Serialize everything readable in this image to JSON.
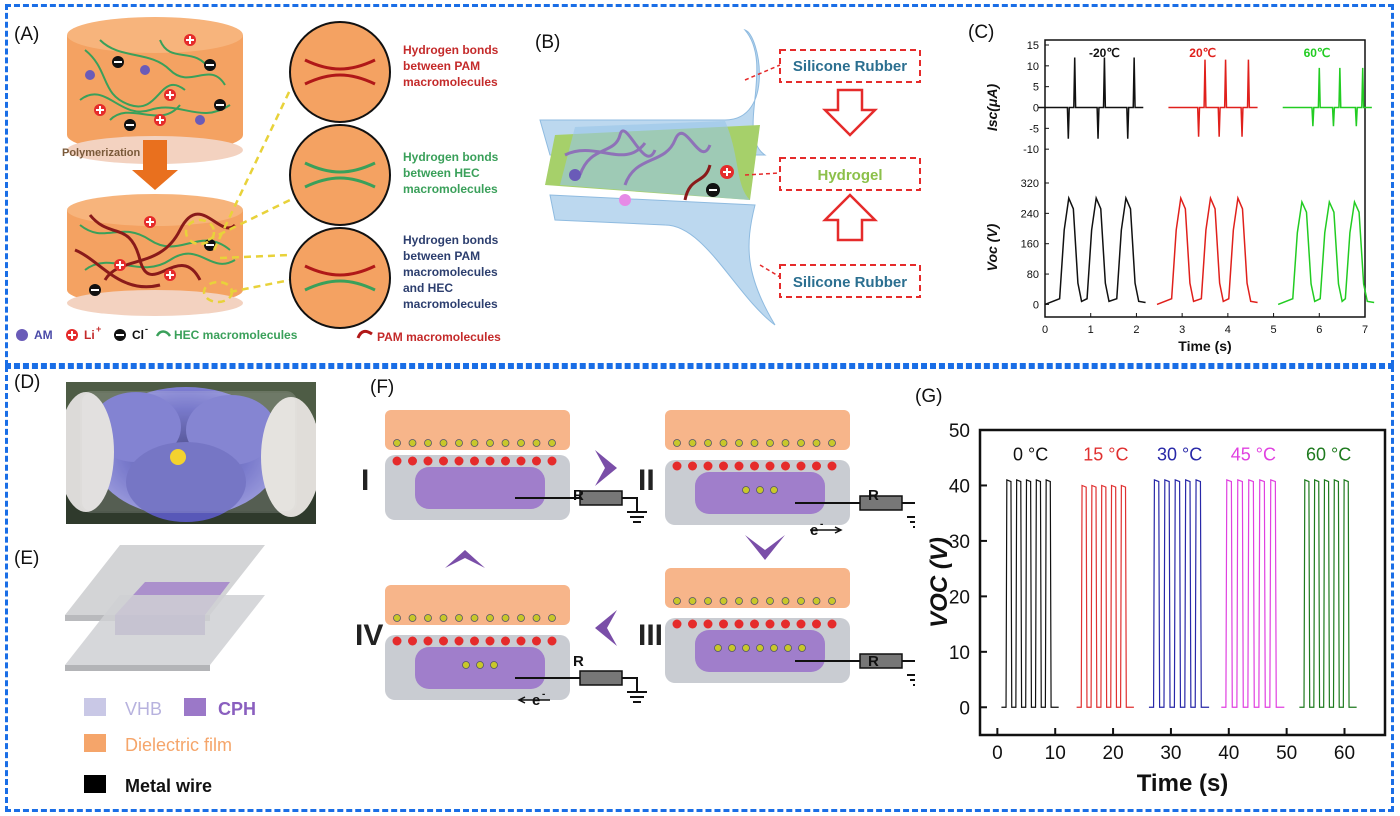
{
  "panels": {
    "A": {
      "label": "(A)",
      "polymerization": "Polymerization",
      "bond1": [
        "Hydrogen bonds",
        "between PAM",
        "macromolecules"
      ],
      "bond2": [
        "Hydrogen bonds",
        "between HEC",
        "macromolecules"
      ],
      "bond3": [
        "Hydrogen bonds",
        "between PAM",
        "macromolecules",
        "and HEC",
        "macromolecules"
      ],
      "legend": {
        "am": "AM",
        "li": "Li",
        "li_sup": "+",
        "cl": "Cl",
        "cl_sup": "-",
        "hec": "HEC macromolecules",
        "pam": "PAM macromolecules"
      }
    },
    "B": {
      "label": "(B)",
      "top": "Silicone Rubber",
      "mid": "Hydrogel",
      "bottom": "Silicone Rubber"
    },
    "C": {
      "label": "(C)"
    },
    "D": {
      "label": "(D)"
    },
    "E": {
      "label": "(E)",
      "vhb": "VHB",
      "cph": "CPH",
      "dielectric": "Dielectric film",
      "metal": "Metal wire"
    },
    "F": {
      "label": "(F)",
      "stages": [
        "I",
        "II",
        "III",
        "IV"
      ],
      "resistor": "R",
      "electron": "e",
      "electron_sup": "-"
    },
    "G": {
      "label": "(G)"
    }
  },
  "colors": {
    "frame": "#1a6ee6",
    "orange": "#f5a56a",
    "purple": "#9b78c8",
    "gray": "#c9ccd2"
  },
  "chart_data": [
    {
      "type": "line",
      "panel": "C",
      "xlabel": "Time (s)",
      "xlim": [
        0,
        7
      ],
      "xticks": [
        0,
        1,
        2,
        3,
        4,
        5,
        6,
        7
      ],
      "top": {
        "ylabel": "Isc(μA)",
        "ylim": [
          -15,
          15
        ],
        "yticks": [
          15,
          10,
          5,
          0,
          -5,
          -10
        ],
        "series": [
          {
            "name": "-20℃",
            "color": "#111111",
            "peak_x": [
              0.55,
              1.2,
              1.85
            ],
            "peak_hi": 12,
            "peak_lo": -7.5
          },
          {
            "name": "20℃",
            "color": "#e0201c",
            "peak_x": [
              3.4,
              3.85,
              4.35
            ],
            "peak_hi": 11.5,
            "peak_lo": -7
          },
          {
            "name": "60℃",
            "color": "#22cc22",
            "peak_x": [
              5.9,
              6.35,
              6.85
            ],
            "peak_hi": 9.5,
            "peak_lo": -4.5
          }
        ]
      },
      "bottom": {
        "ylabel": "Voc (V)",
        "ylim": [
          -20,
          320
        ],
        "yticks": [
          320,
          240,
          160,
          80,
          0
        ],
        "series": [
          {
            "name": "-20℃",
            "color": "#111111",
            "peak_x": [
              0.6,
              1.2,
              1.85
            ],
            "peak": 280
          },
          {
            "name": "20℃",
            "color": "#e0201c",
            "peak_x": [
              3.05,
              3.7,
              4.3
            ],
            "peak": 280
          },
          {
            "name": "60℃",
            "color": "#22cc22",
            "peak_x": [
              5.7,
              6.3,
              6.85
            ],
            "peak": 270
          }
        ]
      }
    },
    {
      "type": "line",
      "panel": "G",
      "xlabel": "Time (s)",
      "ylabel": "VOC (V)",
      "xlim": [
        -3,
        67
      ],
      "ylim": [
        -5,
        50
      ],
      "xticks": [
        0,
        10,
        20,
        30,
        40,
        50,
        60
      ],
      "yticks": [
        0,
        10,
        20,
        30,
        40,
        50
      ],
      "series": [
        {
          "name": "0 °C",
          "color": "#111111",
          "start": 1.5,
          "end": 10,
          "peak": 41
        },
        {
          "name": "15 °C",
          "color": "#e03030",
          "start": 14.5,
          "end": 23,
          "peak": 40
        },
        {
          "name": "30 °C",
          "color": "#2828a8",
          "start": 27,
          "end": 36,
          "peak": 41
        },
        {
          "name": "45 °C",
          "color": "#e040e0",
          "start": 39.5,
          "end": 49,
          "peak": 41
        },
        {
          "name": "60 °C",
          "color": "#1e7a1e",
          "start": 53,
          "end": 61.5,
          "peak": 41
        }
      ]
    }
  ]
}
